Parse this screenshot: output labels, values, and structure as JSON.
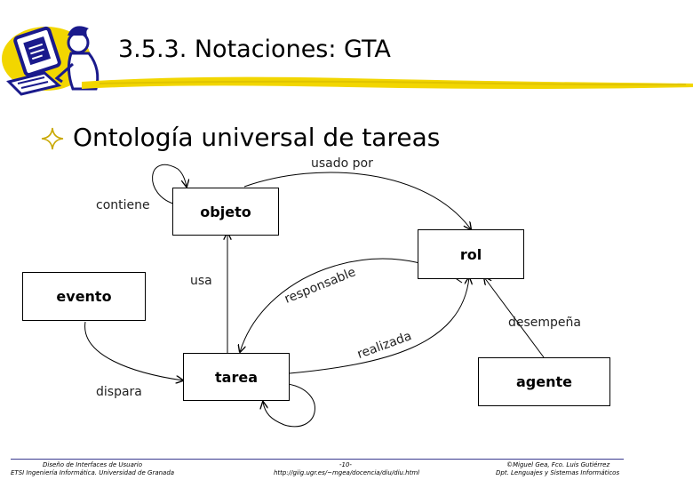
{
  "slide": {
    "title": "3.5.3. Notaciones: GTA",
    "bullet": "Ontología universal de tareas"
  },
  "diagram": {
    "nodes": {
      "objeto": "objeto",
      "rol": "rol",
      "evento": "evento",
      "tarea": "tarea",
      "agente": "agente"
    },
    "edges": {
      "contiene": "contiene",
      "usado_por": "usado por",
      "usa": "usa",
      "responsable": "responsable",
      "realizada": "realizada",
      "desempena": "desempeña",
      "dispara": "dispara"
    }
  },
  "footer": {
    "left_line1": "Diseño de Interfaces de Usuario",
    "left_line2": "ETSI Ingeniería Informática. Universidad de Granada",
    "center_line1": "-10-",
    "center_line2": "http://giig.ugr.es/~mgea/docencia/diu/diu.html",
    "right_line1": "©Miguel Gea, Fco. Luis Gutiérrez",
    "right_line2": "Dpt. Lenguajes y Sistemas Informáticos"
  },
  "colors": {
    "accent_yellow": "#f2d600",
    "footer_line": "#3b3b8f",
    "clipart_blue": "#1a1a8c"
  }
}
